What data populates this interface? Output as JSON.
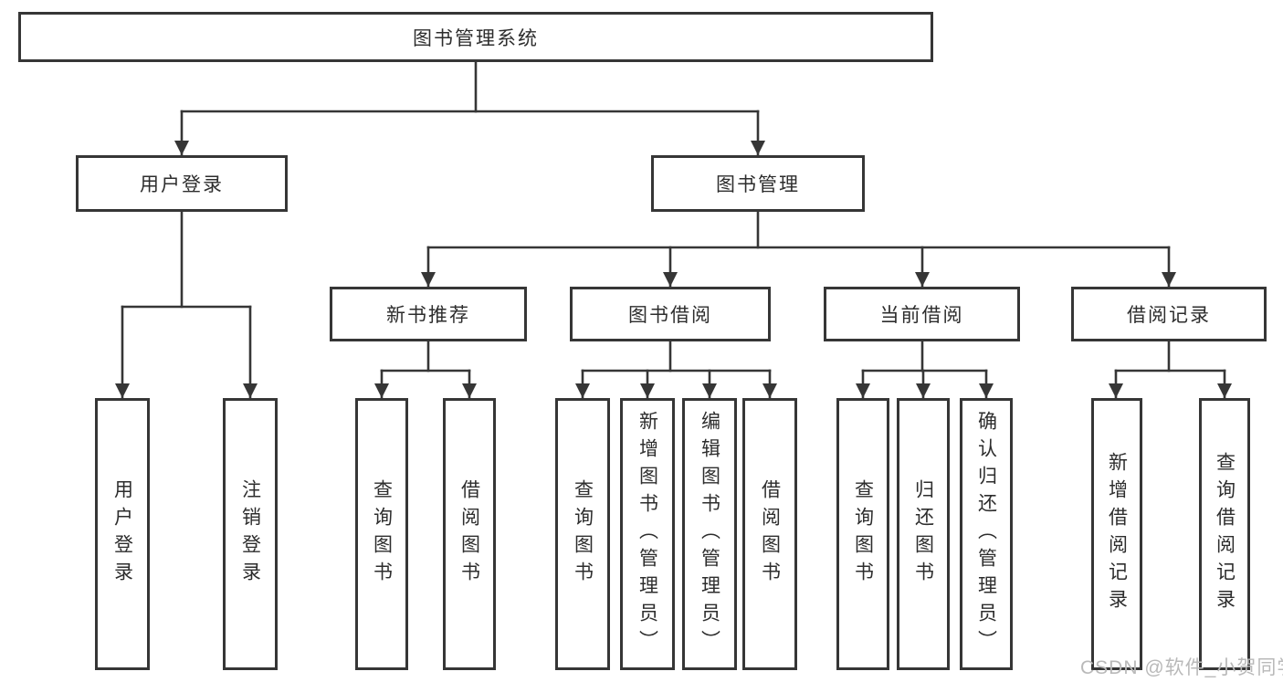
{
  "watermark": "CSDN @软件_小贺同学",
  "colors": {
    "line": "#363636",
    "text": "#2d2d2d",
    "watermark": "#b9b9b9",
    "box_bg": "#ffffff"
  },
  "tree": {
    "label": "图书管理系统",
    "children": [
      {
        "label": "用户登录",
        "children": [
          {
            "label": "用户登录"
          },
          {
            "label": "注销登录"
          }
        ]
      },
      {
        "label": "图书管理",
        "children": [
          {
            "label": "新书推荐",
            "children": [
              {
                "label": "查询图书"
              },
              {
                "label": "借阅图书"
              }
            ]
          },
          {
            "label": "图书借阅",
            "children": [
              {
                "label": "查询图书"
              },
              {
                "label": "新增图书（管理员）"
              },
              {
                "label": "编辑图书（管理员）"
              },
              {
                "label": "借阅图书"
              }
            ]
          },
          {
            "label": "当前借阅",
            "children": [
              {
                "label": "查询图书"
              },
              {
                "label": "归还图书"
              },
              {
                "label": "确认归还（管理员）"
              }
            ]
          },
          {
            "label": "借阅记录",
            "children": [
              {
                "label": "新增借阅记录"
              },
              {
                "label": "查询借阅记录"
              }
            ]
          }
        ]
      }
    ]
  }
}
